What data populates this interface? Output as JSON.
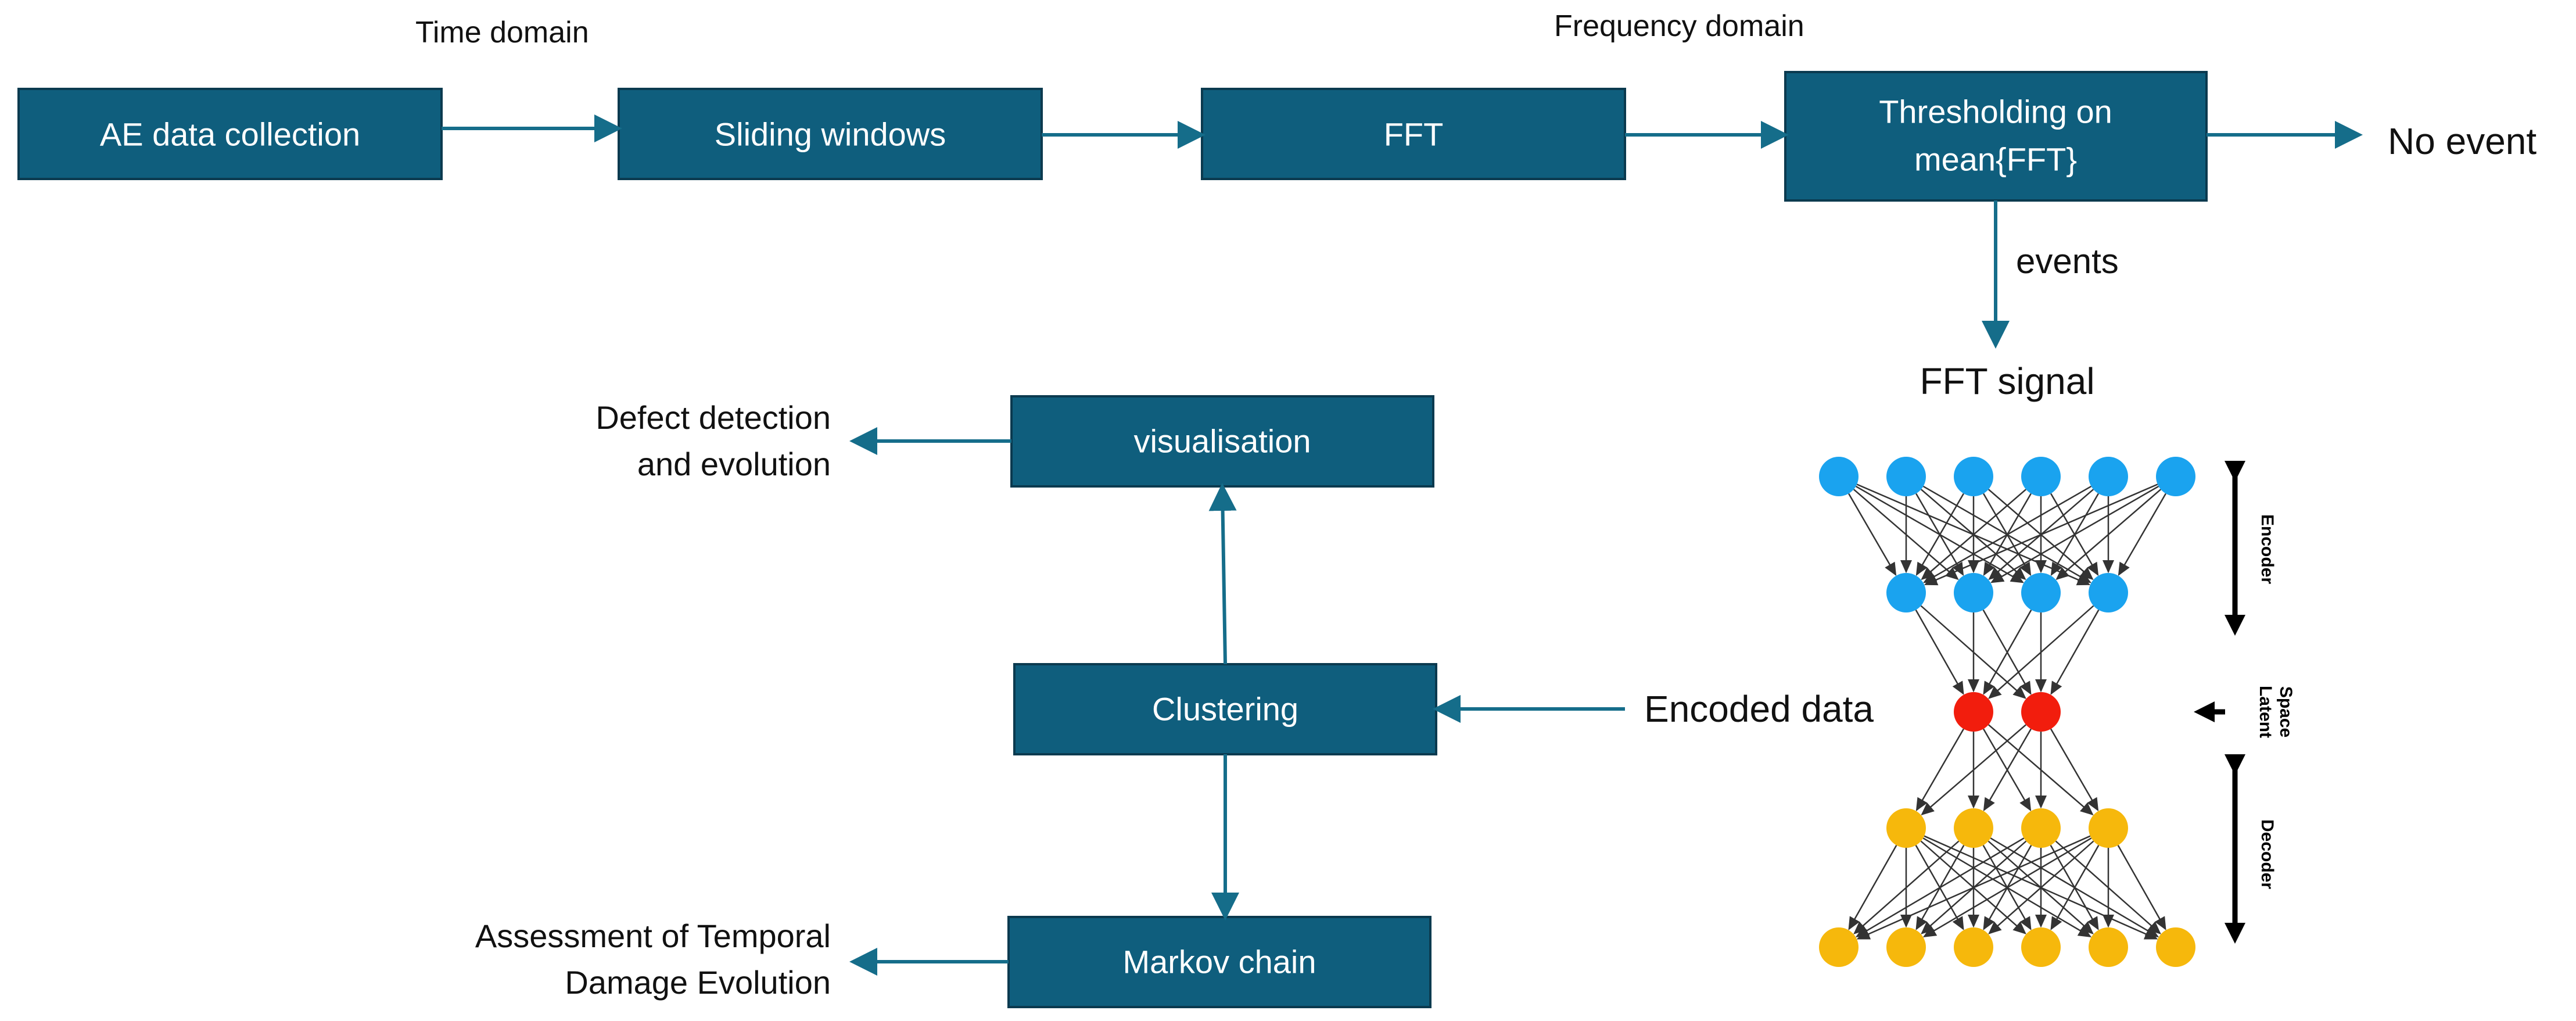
{
  "labels": {
    "time_domain": "Time domain",
    "frequency_domain": "Frequency domain",
    "no_event": "No event",
    "events": "events",
    "fft_signal": "FFT signal",
    "encoded_data": "Encoded data",
    "defect_line1": "Defect detection",
    "defect_line2": "and evolution",
    "assessment_line1": "Assessment of Temporal",
    "assessment_line2": "Damage Evolution",
    "encoder": "Encoder",
    "latent_line1": "Latent",
    "latent_line2": "Space",
    "decoder": "Decoder"
  },
  "boxes": {
    "ae_data": "AE data collection",
    "sliding": "Sliding windows",
    "fft": "FFT",
    "threshold_line1": "Thresholding on",
    "threshold_line2": "mean{FFT}",
    "visualisation": "visualisation",
    "clustering": "Clustering",
    "markov": "Markov chain"
  },
  "network": {
    "layers": [
      {
        "role": "input",
        "count": 6,
        "color": "#1aa3ef"
      },
      {
        "role": "encoder-hidden",
        "count": 4,
        "color": "#1aa3ef"
      },
      {
        "role": "latent",
        "count": 2,
        "color": "#f21d0d"
      },
      {
        "role": "decoder-hidden",
        "count": 4,
        "color": "#f6b80c"
      },
      {
        "role": "output",
        "count": 6,
        "color": "#f6b80c"
      }
    ]
  }
}
